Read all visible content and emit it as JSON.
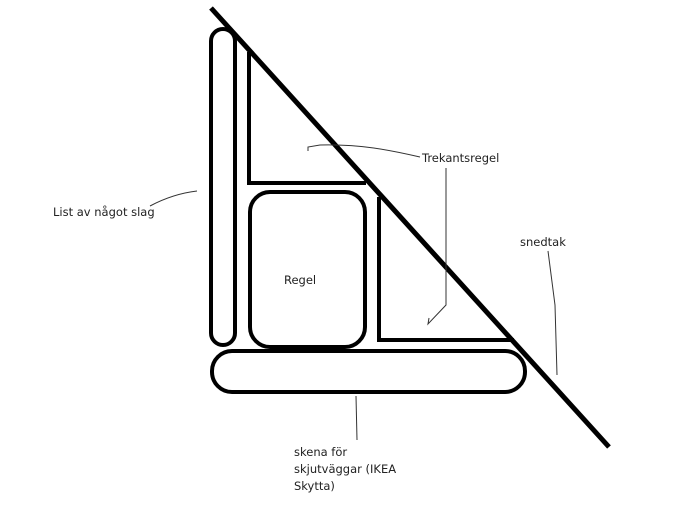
{
  "labels": {
    "list": "List av något slag",
    "trekantsregel": "Trekantsregel",
    "regel": "Regel",
    "snedtak": "snedtak",
    "skena": [
      "skena för",
      "skjutväggar (IKEA",
      "Skytta)"
    ]
  },
  "colors": {
    "stroke": "#000000",
    "text": "#222222",
    "background": "#ffffff"
  }
}
